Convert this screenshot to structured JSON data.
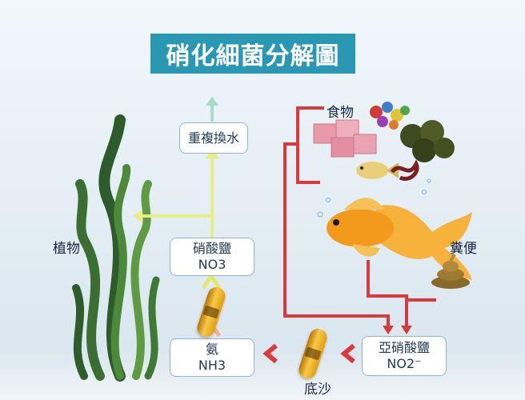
{
  "title": "硝化細菌分解圖",
  "nodes": {
    "water_change": "重複換水",
    "nitrate": {
      "name": "硝酸鹽",
      "formula": "NO3"
    },
    "ammonia": {
      "name": "氨",
      "formula": "NH3"
    },
    "nitrite": {
      "name": "亞硝酸鹽",
      "formula": "NO2⁻"
    }
  },
  "labels": {
    "plants": "植物",
    "food": "食物",
    "feces": "糞便",
    "substrate": "底沙"
  },
  "colors": {
    "title_bg": "#2a98b3",
    "red_arrow": "#d9393a",
    "yellow_arrow": "#e9ed86",
    "green_arrow": "#a9dcc5",
    "box_border": "#8fb6cf"
  }
}
